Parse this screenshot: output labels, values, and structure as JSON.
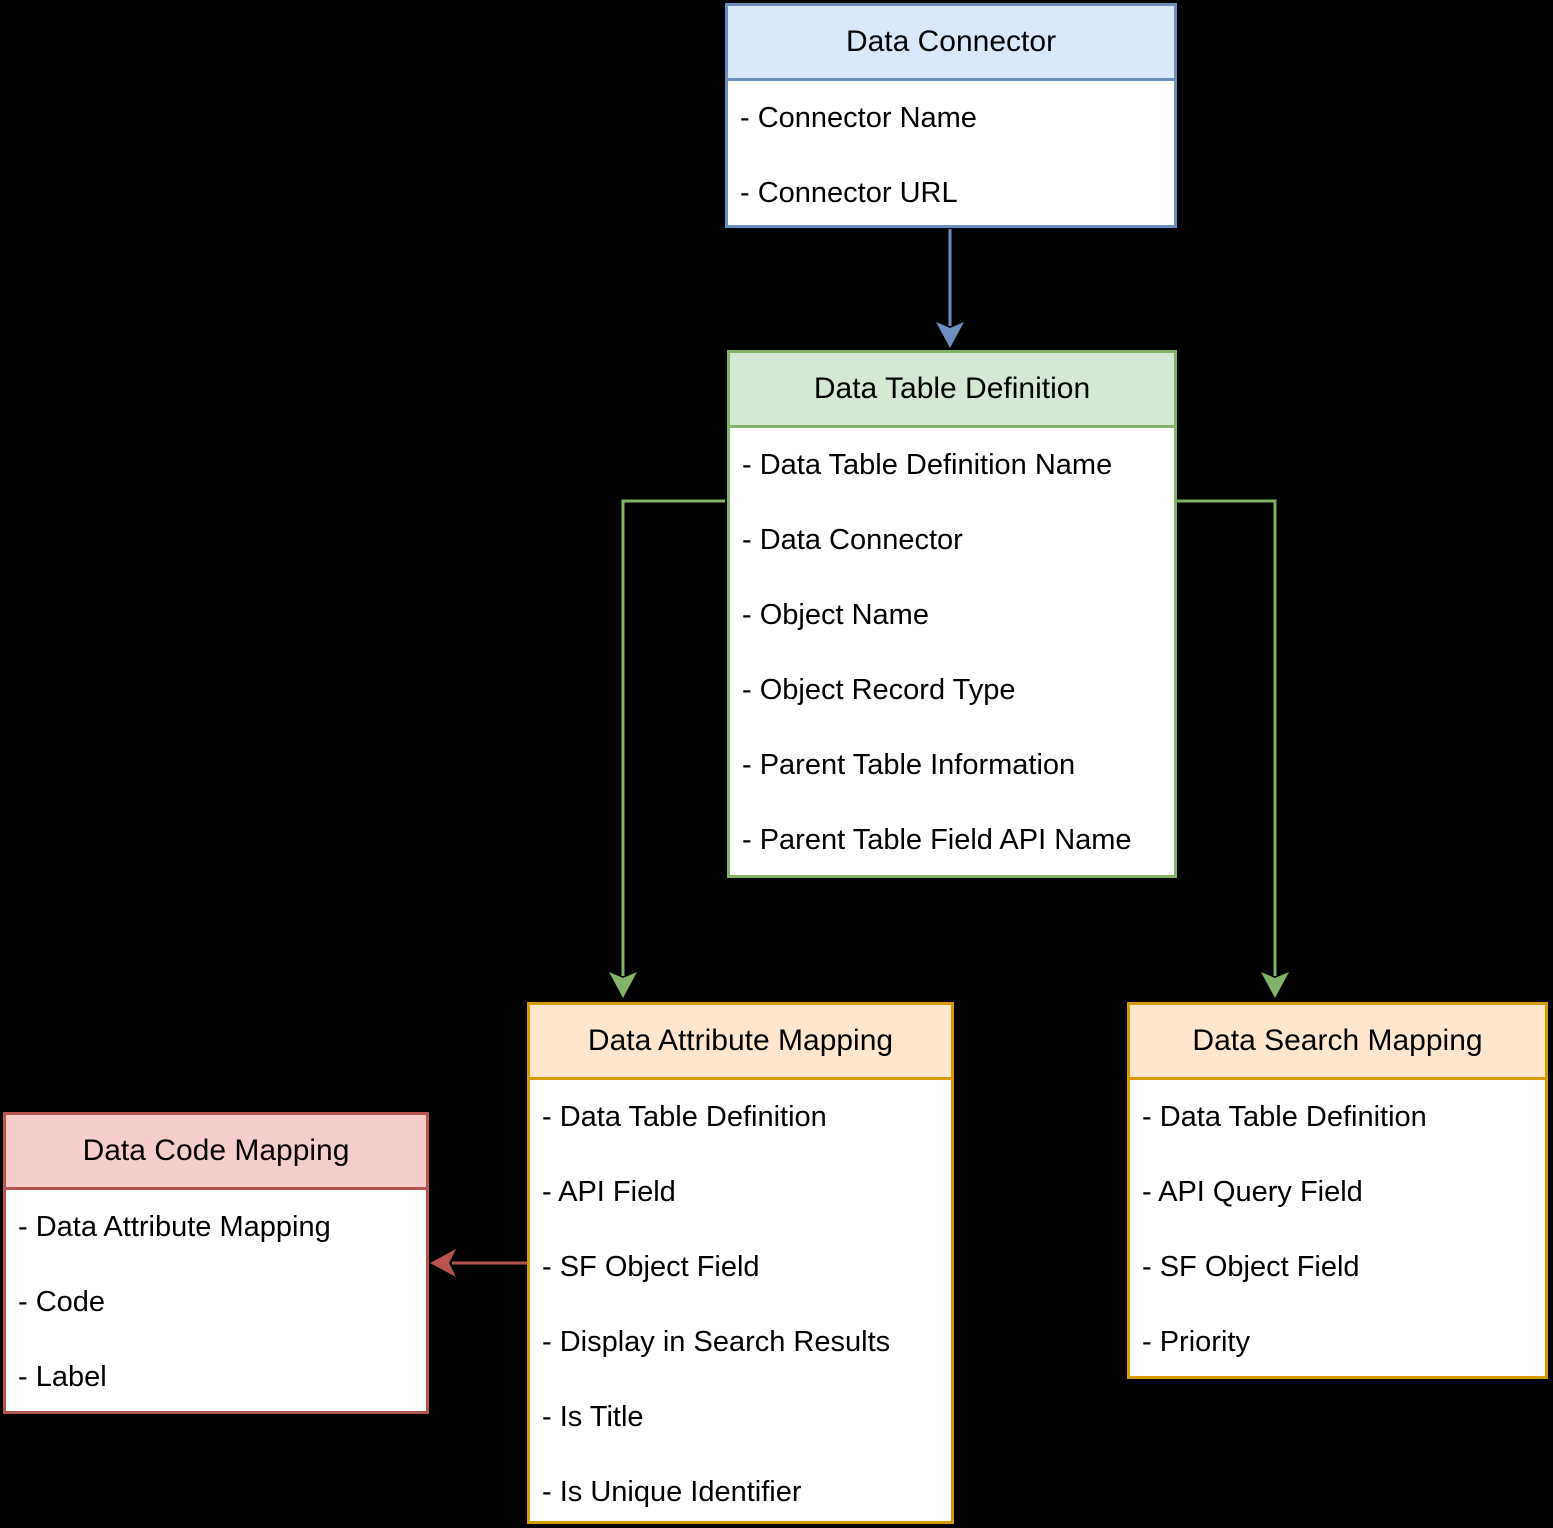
{
  "colors": {
    "background": "#000000",
    "text": "#000000",
    "box-fill": "#ffffff",
    "blue-fill": "#dae8fc",
    "blue-stroke": "#6c8ebf",
    "green-fill": "#d5e8d4",
    "green-stroke": "#82b366",
    "orange-fill": "#ffe6cc",
    "orange-stroke": "#d79b00",
    "red-fill": "#f8cecc",
    "red-stroke": "#b85450"
  },
  "entities": {
    "data_connector": {
      "title": "Data Connector",
      "fields": [
        "- Connector Name",
        "- Connector URL"
      ]
    },
    "data_table_definition": {
      "title": "Data Table Definition",
      "fields": [
        "- Data Table Definition Name",
        "- Data Connector",
        "- Object Name",
        "- Object Record Type",
        "- Parent Table Information",
        "- Parent Table Field API Name"
      ]
    },
    "data_attribute_mapping": {
      "title": "Data Attribute Mapping",
      "fields": [
        "- Data Table Definition",
        "- API Field",
        "- SF Object Field",
        "- Display in Search Results",
        "- Is Title",
        "- Is Unique Identifier"
      ]
    },
    "data_search_mapping": {
      "title": "Data Search Mapping",
      "fields": [
        "- Data Table Definition",
        "- API Query Field",
        "- SF Object Field",
        "- Priority"
      ]
    },
    "data_code_mapping": {
      "title": "Data Code Mapping",
      "fields": [
        "- Data Attribute Mapping",
        "- Code",
        "- Label"
      ]
    }
  },
  "relationships": [
    {
      "from": "Data Connector",
      "to": "Data Table Definition",
      "color": "#6c8ebf"
    },
    {
      "from": "Data Table Definition",
      "to": "Data Attribute Mapping",
      "color": "#82b366"
    },
    {
      "from": "Data Table Definition",
      "to": "Data Search Mapping",
      "color": "#82b366"
    },
    {
      "from": "Data Attribute Mapping",
      "to": "Data Code Mapping",
      "color": "#b85450"
    }
  ]
}
